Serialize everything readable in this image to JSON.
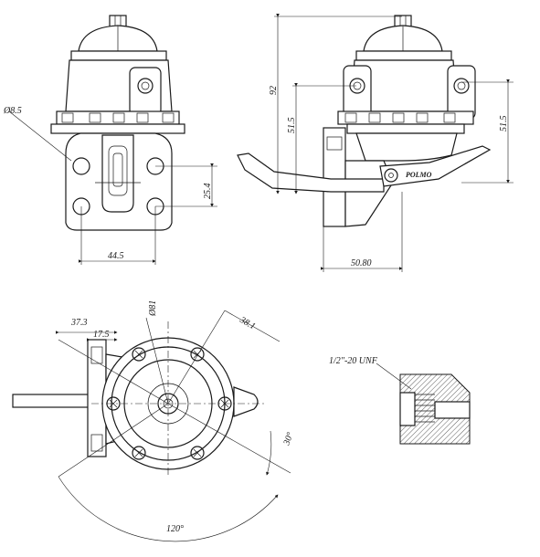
{
  "dimensions": {
    "hole_diameter": "Ø8.5",
    "flange_hole_pitch_vertical": "25.4",
    "flange_hole_pitch_horizontal": "44.5",
    "overall_height": "92",
    "outlet_height_left": "51.5",
    "outlet_height_right": "51.5",
    "flange_to_outlet_depth": "50.80",
    "body_diameter": "Ø81",
    "offset_a": "37.3",
    "offset_b": "17.5",
    "outlet_radius": "38.1",
    "angle_outlet": "30°",
    "angle_span": "120°",
    "thread_spec": "1/2\"-20 UNF"
  },
  "brand": "POLMO"
}
